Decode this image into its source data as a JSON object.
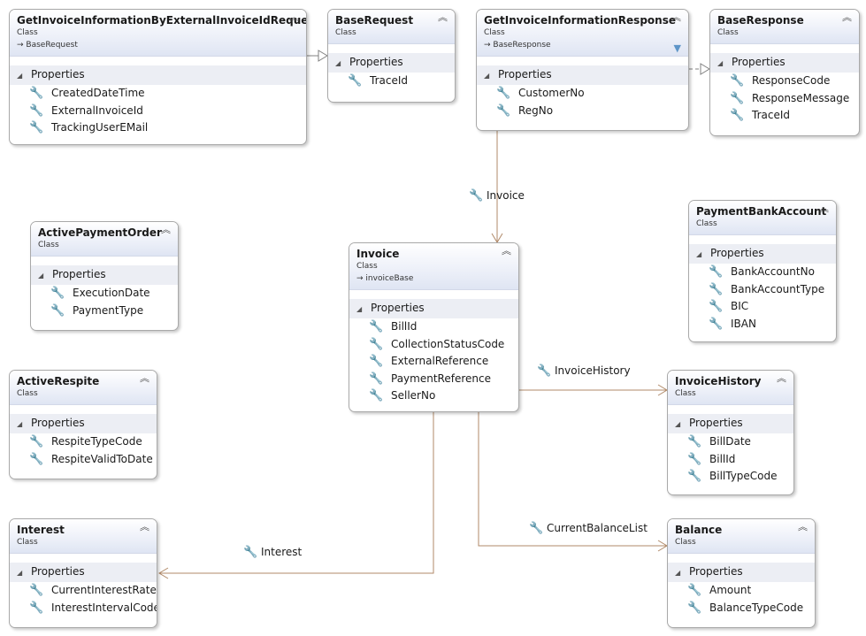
{
  "classes": {
    "get_req": {
      "name": "GetInvoiceInformationByExternalInvoiceIdRequest",
      "kind": "Class",
      "base": "BaseRequest",
      "section": "Properties",
      "properties": [
        "CreatedDateTime",
        "ExternalInvoiceId",
        "TrackingUserEMail"
      ]
    },
    "base_req": {
      "name": "BaseRequest",
      "kind": "Class",
      "section": "Properties",
      "properties": [
        "TraceId"
      ]
    },
    "get_resp": {
      "name": "GetInvoiceInformationResponse",
      "kind": "Class",
      "base": "BaseResponse",
      "section": "Properties",
      "properties": [
        "CustomerNo",
        "RegNo"
      ]
    },
    "base_resp": {
      "name": "BaseResponse",
      "kind": "Class",
      "section": "Properties",
      "properties": [
        "ResponseCode",
        "ResponseMessage",
        "TraceId"
      ]
    },
    "active_payment": {
      "name": "ActivePaymentOrder",
      "kind": "Class",
      "section": "Properties",
      "properties": [
        "ExecutionDate",
        "PaymentType"
      ]
    },
    "invoice": {
      "name": "Invoice",
      "kind": "Class",
      "base": "invoiceBase",
      "section": "Properties",
      "properties": [
        "BillId",
        "CollectionStatusCode",
        "ExternalReference",
        "PaymentReference",
        "SellerNo"
      ]
    },
    "payment_bank": {
      "name": "PaymentBankAccount",
      "kind": "Class",
      "section": "Properties",
      "properties": [
        "BankAccountNo",
        "BankAccountType",
        "BIC",
        "IBAN"
      ]
    },
    "active_respite": {
      "name": "ActiveRespite",
      "kind": "Class",
      "section": "Properties",
      "properties": [
        "RespiteTypeCode",
        "RespiteValidToDate"
      ]
    },
    "invoice_history": {
      "name": "InvoiceHistory",
      "kind": "Class",
      "section": "Properties",
      "properties": [
        "BillDate",
        "BillId",
        "BillTypeCode"
      ]
    },
    "interest": {
      "name": "Interest",
      "kind": "Class",
      "section": "Properties",
      "properties": [
        "CurrentInterestRate",
        "InterestIntervalCode"
      ]
    },
    "balance": {
      "name": "Balance",
      "kind": "Class",
      "section": "Properties",
      "properties": [
        "Amount",
        "BalanceTypeCode"
      ]
    }
  },
  "associations": {
    "invoice": "Invoice",
    "invoice_history": "InvoiceHistory",
    "current_balance_list": "CurrentBalanceList",
    "interest": "Interest"
  },
  "icons": {
    "property": "wrench-icon",
    "collapse": "double-chevron-up-icon",
    "inheritance": "arrow-right-icon",
    "section_toggle": "triangle-down-icon",
    "filter": "filter-icon"
  },
  "colors": {
    "association_line": "#b08968",
    "inheritance_line": "#808080"
  }
}
